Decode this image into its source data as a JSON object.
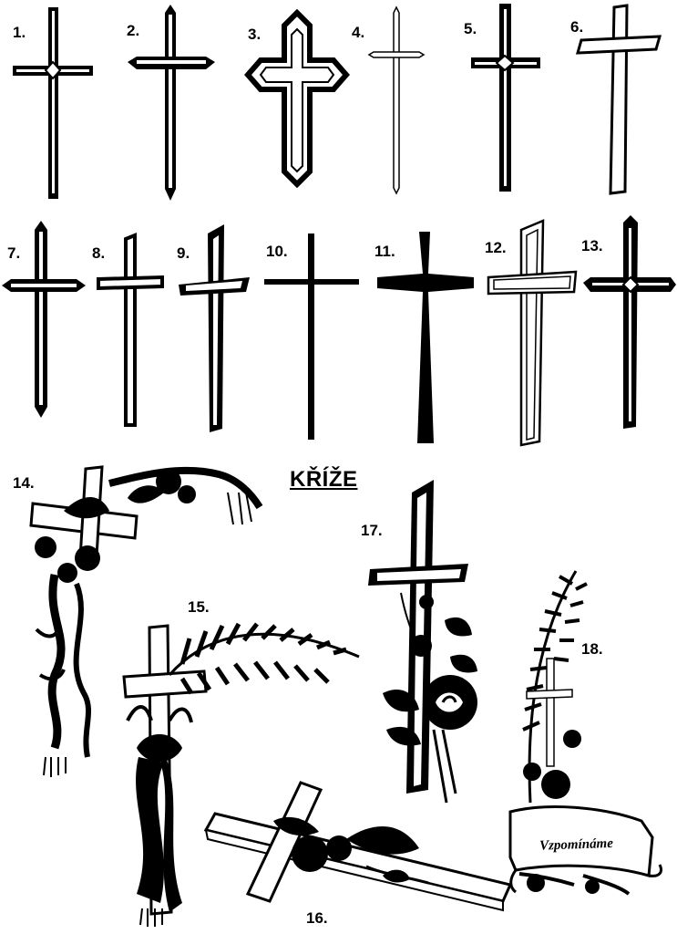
{
  "title": "KŘÍŽE",
  "labels": [
    "1.",
    "2.",
    "3.",
    "4.",
    "5.",
    "6.",
    "7.",
    "8.",
    "9.",
    "10.",
    "11.",
    "12.",
    "13.",
    "14.",
    "15.",
    "16.",
    "17.",
    "18."
  ],
  "banner_text": "Vzpomínáme",
  "colors": {
    "ink": "#000000",
    "paper": "#ffffff"
  }
}
